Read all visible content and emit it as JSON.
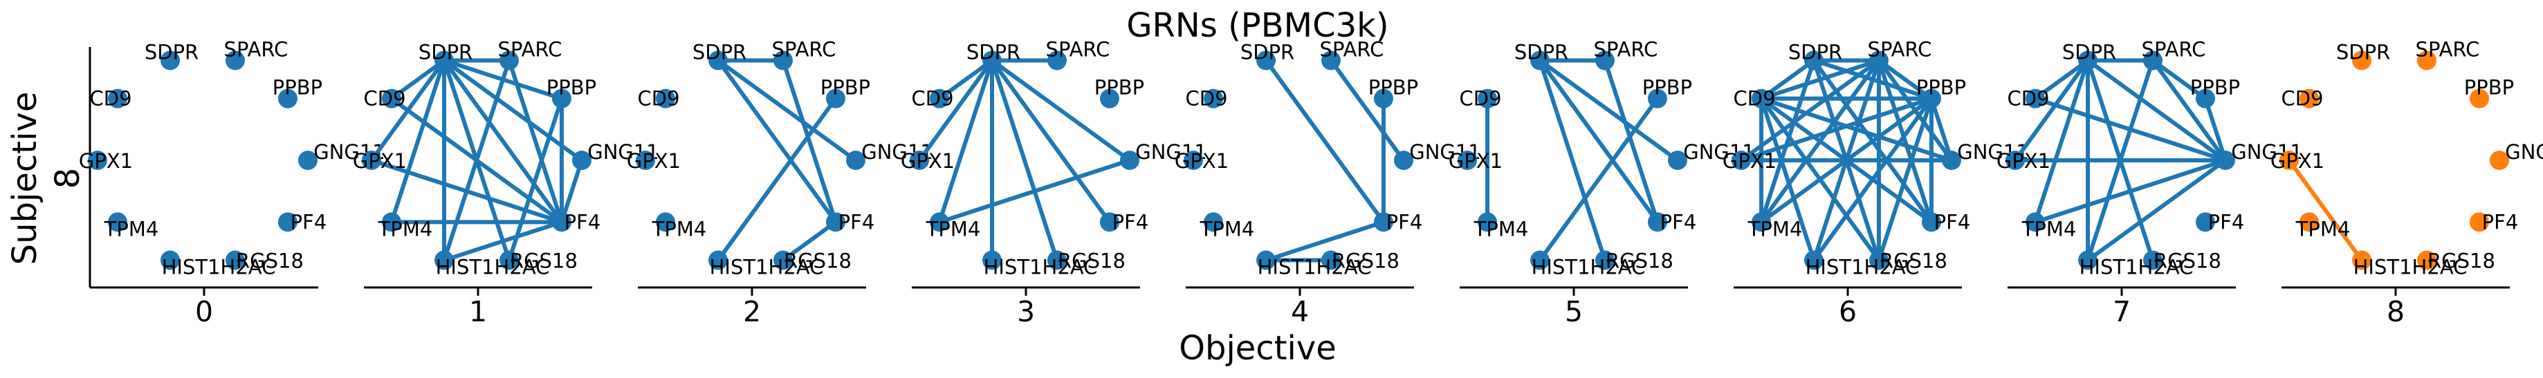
{
  "chart_data": {
    "type": "network",
    "title": "GRNs (PBMC3k)",
    "xlabel": "Objective",
    "ylabel_lines": [
      "Subjective",
      "8"
    ],
    "nodes": [
      "SPARC",
      "PPBP",
      "GNG11",
      "PF4",
      "RGS18",
      "HIST1H2AC",
      "TPM4",
      "GPX1",
      "CD9",
      "SDPR"
    ],
    "colors": {
      "default": "#1f77b4",
      "highlight": "#ff7f0e",
      "axis": "#000000"
    },
    "panels": [
      {
        "label": "0",
        "color": "#1f77b4",
        "edges": []
      },
      {
        "label": "1",
        "color": "#1f77b4",
        "edges": [
          [
            "SPARC",
            "SDPR"
          ],
          [
            "PPBP",
            "SDPR"
          ],
          [
            "SPARC",
            "PF4"
          ],
          [
            "PPBP",
            "PF4"
          ],
          [
            "GNG11",
            "SDPR"
          ],
          [
            "PF4",
            "SDPR"
          ],
          [
            "PF4",
            "CD9"
          ],
          [
            "PF4",
            "GPX1"
          ],
          [
            "PF4",
            "TPM4"
          ],
          [
            "SDPR",
            "RGS18"
          ],
          [
            "SDPR",
            "HIST1H2AC"
          ],
          [
            "SDPR",
            "TPM4"
          ],
          [
            "SDPR",
            "GPX1"
          ],
          [
            "SDPR",
            "CD9"
          ],
          [
            "PPBP",
            "RGS18"
          ],
          [
            "GNG11",
            "PF4"
          ],
          [
            "PF4",
            "HIST1H2AC"
          ],
          [
            "SPARC",
            "HIST1H2AC"
          ]
        ]
      },
      {
        "label": "2",
        "color": "#1f77b4",
        "edges": [
          [
            "SPARC",
            "SDPR"
          ],
          [
            "SPARC",
            "PF4"
          ],
          [
            "SDPR",
            "GNG11"
          ],
          [
            "PPBP",
            "HIST1H2AC"
          ],
          [
            "SDPR",
            "PF4"
          ],
          [
            "PF4",
            "RGS18"
          ]
        ]
      },
      {
        "label": "3",
        "color": "#1f77b4",
        "edges": [
          [
            "SPARC",
            "SDPR"
          ],
          [
            "SDPR",
            "GNG11"
          ],
          [
            "SDPR",
            "CD9"
          ],
          [
            "SDPR",
            "GPX1"
          ],
          [
            "SDPR",
            "TPM4"
          ],
          [
            "SDPR",
            "HIST1H2AC"
          ],
          [
            "SDPR",
            "RGS18"
          ],
          [
            "SDPR",
            "PF4"
          ],
          [
            "TPM4",
            "GNG11"
          ]
        ]
      },
      {
        "label": "4",
        "color": "#1f77b4",
        "edges": [
          [
            "SPARC",
            "GNG11"
          ],
          [
            "SDPR",
            "PF4"
          ],
          [
            "PPBP",
            "PF4"
          ],
          [
            "PF4",
            "HIST1H2AC"
          ],
          [
            "HIST1H2AC",
            "RGS18"
          ]
        ]
      },
      {
        "label": "5",
        "color": "#1f77b4",
        "edges": [
          [
            "SPARC",
            "SDPR"
          ],
          [
            "SPARC",
            "PF4"
          ],
          [
            "SDPR",
            "GNG11"
          ],
          [
            "SDPR",
            "PF4"
          ],
          [
            "SDPR",
            "RGS18"
          ],
          [
            "PPBP",
            "HIST1H2AC"
          ],
          [
            "CD9",
            "TPM4"
          ]
        ]
      },
      {
        "label": "6",
        "color": "#1f77b4",
        "edges": [
          [
            "SPARC",
            "PPBP"
          ],
          [
            "SPARC",
            "SDPR"
          ],
          [
            "SPARC",
            "GNG11"
          ],
          [
            "SPARC",
            "CD9"
          ],
          [
            "SPARC",
            "GPX1"
          ],
          [
            "SPARC",
            "TPM4"
          ],
          [
            "SPARC",
            "HIST1H2AC"
          ],
          [
            "SPARC",
            "RGS18"
          ],
          [
            "SPARC",
            "PF4"
          ],
          [
            "PPBP",
            "SDPR"
          ],
          [
            "PPBP",
            "GNG11"
          ],
          [
            "PPBP",
            "CD9"
          ],
          [
            "PPBP",
            "GPX1"
          ],
          [
            "PPBP",
            "TPM4"
          ],
          [
            "PPBP",
            "HIST1H2AC"
          ],
          [
            "PPBP",
            "RGS18"
          ],
          [
            "PPBP",
            "PF4"
          ],
          [
            "SDPR",
            "CD9"
          ],
          [
            "SDPR",
            "PF4"
          ],
          [
            "SDPR",
            "RGS18"
          ],
          [
            "CD9",
            "GNG11"
          ],
          [
            "CD9",
            "PF4"
          ],
          [
            "CD9",
            "RGS18"
          ],
          [
            "CD9",
            "TPM4"
          ],
          [
            "CD9",
            "HIST1H2AC"
          ],
          [
            "GNG11",
            "GPX1"
          ],
          [
            "SDPR",
            "TPM4"
          ]
        ]
      },
      {
        "label": "7",
        "color": "#1f77b4",
        "edges": [
          [
            "SPARC",
            "PPBP"
          ],
          [
            "SPARC",
            "SDPR"
          ],
          [
            "SPARC",
            "GNG11"
          ],
          [
            "PPBP",
            "GNG11"
          ],
          [
            "SPARC",
            "HIST1H2AC"
          ],
          [
            "SDPR",
            "GNG11"
          ],
          [
            "SDPR",
            "CD9"
          ],
          [
            "SDPR",
            "GPX1"
          ],
          [
            "SDPR",
            "TPM4"
          ],
          [
            "SDPR",
            "RGS18"
          ],
          [
            "GNG11",
            "CD9"
          ],
          [
            "GNG11",
            "GPX1"
          ],
          [
            "GNG11",
            "TPM4"
          ],
          [
            "GNG11",
            "HIST1H2AC"
          ],
          [
            "SDPR",
            "HIST1H2AC"
          ]
        ]
      },
      {
        "label": "8",
        "color": "#ff7f0e",
        "edges": [
          [
            "GPX1",
            "HIST1H2AC"
          ]
        ]
      }
    ]
  }
}
